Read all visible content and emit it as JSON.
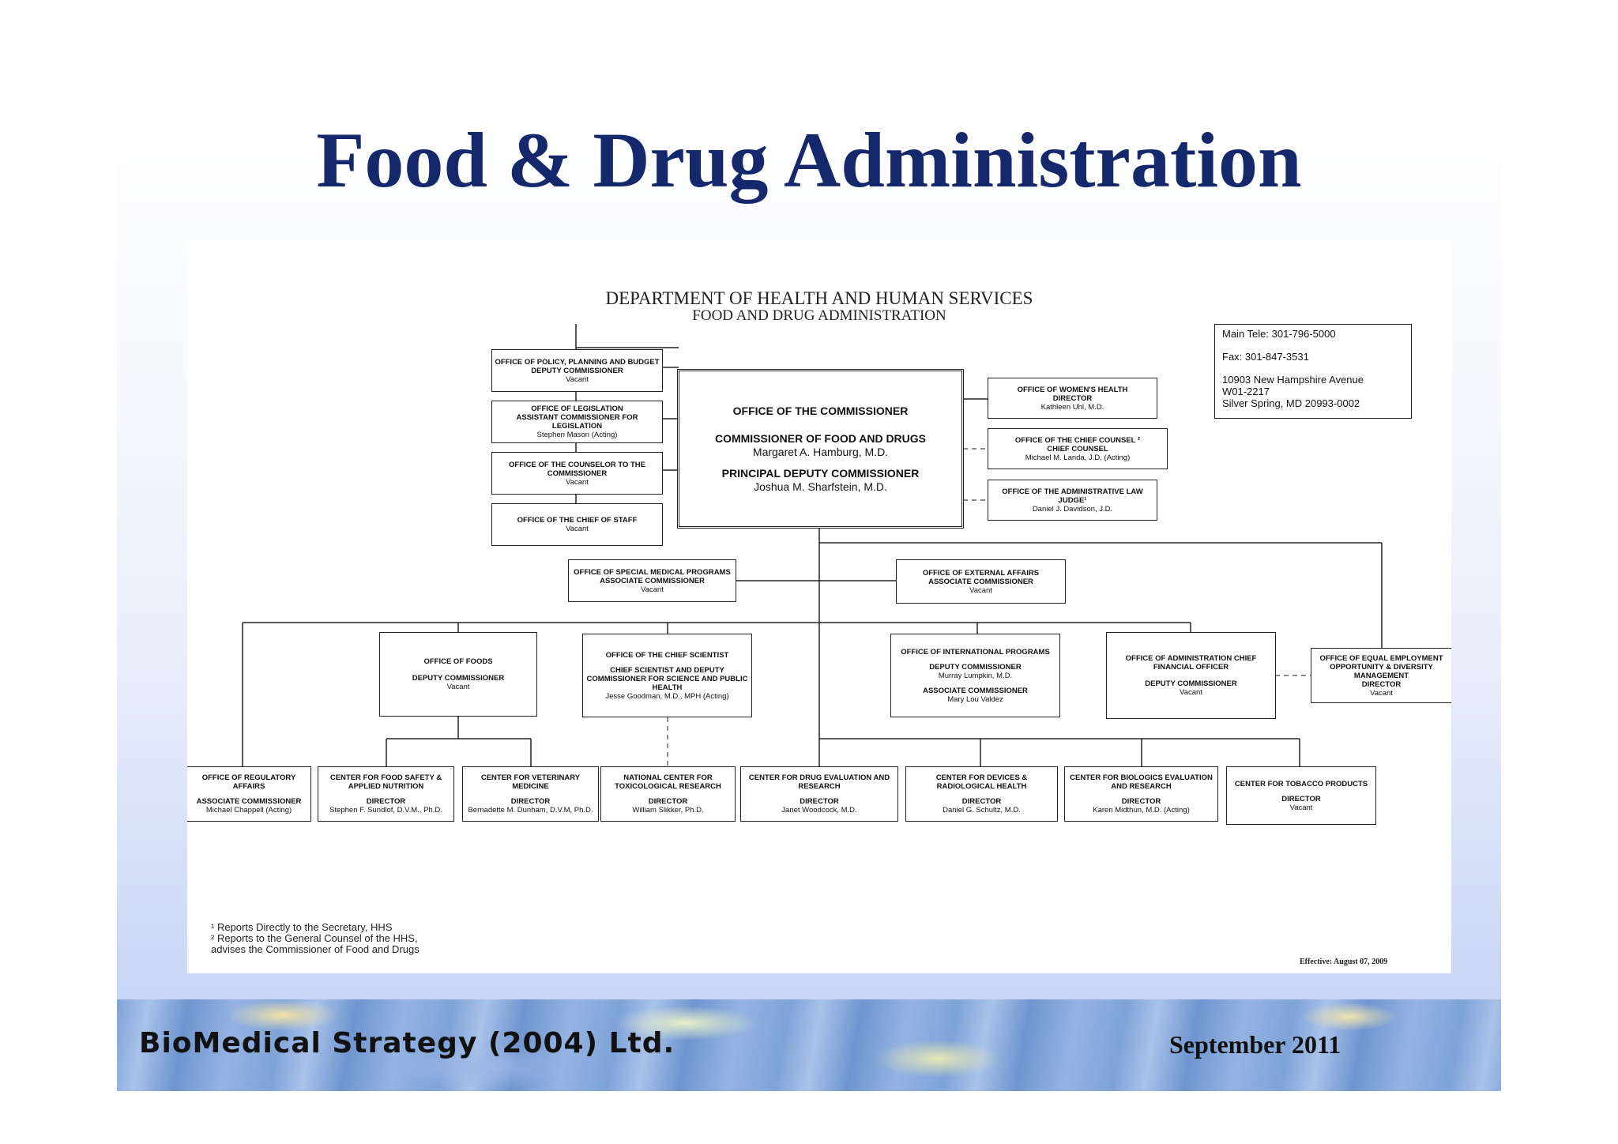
{
  "slide": {
    "title": "Food & Drug Administration",
    "company": "BioMedical Strategy (2004) Ltd.",
    "date": "September 2011"
  },
  "chart": {
    "header_line1": "DEPARTMENT OF HEALTH AND HUMAN SERVICES",
    "header_line2": "FOOD AND DRUG ADMINISTRATION",
    "contact": {
      "tele": "Main Tele: 301-796-5000",
      "fax": "Fax: 301-847-3531",
      "addr1": "10903 New Hampshire Avenue",
      "addr2": "W01-2217",
      "addr3": "Silver Spring, MD 20993-0002"
    },
    "commissioner": {
      "office": "OFFICE OF THE COMMISSIONER",
      "role1": "COMMISSIONER OF FOOD AND DRUGS",
      "name1": "Margaret A. Hamburg, M.D.",
      "role2": "PRINCIPAL DEPUTY COMMISSIONER",
      "name2": "Joshua M. Sharfstein, M.D."
    },
    "left_offices": [
      {
        "title": "OFFICE OF POLICY, PLANNING AND BUDGET",
        "role": "DEPUTY COMMISSIONER",
        "name": "Vacant"
      },
      {
        "title": "OFFICE OF LEGISLATION",
        "role": "ASSISTANT COMMISSIONER FOR LEGISLATION",
        "name": "Stephen Mason (Acting)"
      },
      {
        "title": "OFFICE OF THE COUNSELOR TO THE COMMISSIONER",
        "role": "",
        "name": "Vacant"
      },
      {
        "title": "OFFICE OF THE CHIEF OF STAFF",
        "role": "",
        "name": "Vacant"
      }
    ],
    "right_offices": [
      {
        "title": "OFFICE OF WOMEN'S HEALTH",
        "role": "DIRECTOR",
        "name": "Kathleen Uhl, M.D."
      },
      {
        "title": "OFFICE OF THE CHIEF COUNSEL ²",
        "role": "CHIEF COUNSEL",
        "name": "Michael M. Landa, J.D. (Acting)"
      },
      {
        "title": "OFFICE OF THE ADMINISTRATIVE LAW JUDGE¹",
        "role": "",
        "name": "Daniel J. Davidson, J.D."
      }
    ],
    "special_medical": {
      "title": "OFFICE OF SPECIAL MEDICAL PROGRAMS",
      "role": "ASSOCIATE COMMISSIONER",
      "name": "Vacant"
    },
    "external_affairs": {
      "title": "OFFICE OF EXTERNAL AFFAIRS",
      "role": "ASSOCIATE COMMISSIONER",
      "name": "Vacant"
    },
    "foods": {
      "title": "OFFICE OF FOODS",
      "role": "DEPUTY COMMISSIONER",
      "name": "Vacant"
    },
    "chief_scientist": {
      "title": "OFFICE OF THE CHIEF SCIENTIST",
      "role": "CHIEF SCIENTIST AND DEPUTY COMMISSIONER FOR SCIENCE AND PUBLIC HEALTH",
      "name": "Jesse Goodman, M.D., MPH (Acting)"
    },
    "international": {
      "title": "OFFICE OF INTERNATIONAL PROGRAMS",
      "role": "DEPUTY COMMISSIONER",
      "name": "Murray Lumpkin, M.D.",
      "role2": "ASSOCIATE COMMISSIONER",
      "name2": "Mary Lou Valdez"
    },
    "administration": {
      "title": "OFFICE OF ADMINISTRATION CHIEF FINANCIAL OFFICER",
      "role": "DEPUTY COMMISSIONER",
      "name": "Vacant"
    },
    "eeo": {
      "title": "OFFICE OF EQUAL EMPLOYMENT OPPORTUNITY & DIVERSITY MANAGEMENT",
      "role": "DIRECTOR",
      "name": "Vacant"
    },
    "centers": [
      {
        "title": "OFFICE OF REGULATORY AFFAIRS",
        "role": "ASSOCIATE COMMISSIONER",
        "name": "Michael Chappell (Acting)"
      },
      {
        "title": "CENTER FOR FOOD SAFETY & APPLIED NUTRITION",
        "role": "DIRECTOR",
        "name": "Stephen F. Sundlof, D.V.M., Ph.D."
      },
      {
        "title": "CENTER FOR VETERINARY MEDICINE",
        "role": "DIRECTOR",
        "name": "Bernadette M. Dunham, D.V.M, Ph.D."
      },
      {
        "title": "NATIONAL CENTER FOR TOXICOLOGICAL RESEARCH",
        "role": "DIRECTOR",
        "name": "William Slikker, Ph.D."
      },
      {
        "title": "CENTER FOR DRUG EVALUATION AND RESEARCH",
        "role": "DIRECTOR",
        "name": "Janet Woodcock, M.D."
      },
      {
        "title": "CENTER FOR DEVICES & RADIOLOGICAL HEALTH",
        "role": "DIRECTOR",
        "name": "Daniel G. Schultz, M.D."
      },
      {
        "title": "CENTER FOR BIOLOGICS EVALUATION AND RESEARCH",
        "role": "DIRECTOR",
        "name": "Karen Midthun, M.D. (Acting)"
      },
      {
        "title": "CENTER FOR TOBACCO PRODUCTS",
        "role": "DIRECTOR",
        "name": "Vacant"
      }
    ],
    "footnote1": "¹ Reports Directly to the Secretary, HHS",
    "footnote2": "² Reports to the General Counsel of the HHS,",
    "footnote3": "advises the Commissioner of Food and Drugs",
    "effective": "Effective:  August 07, 2009"
  }
}
